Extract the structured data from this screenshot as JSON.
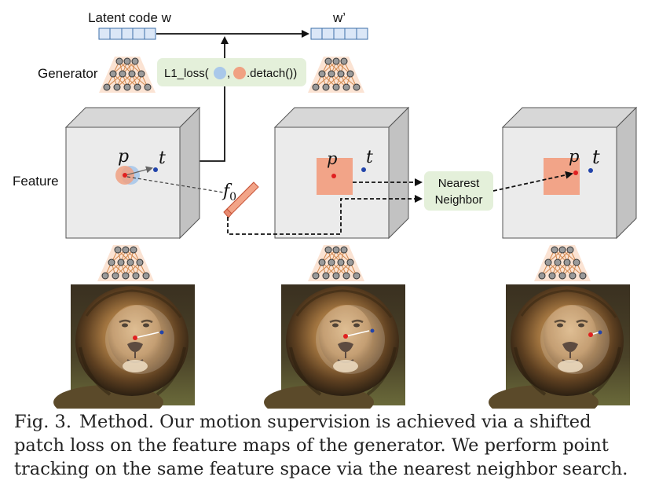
{
  "labels": {
    "latent_code": "Latent code w",
    "latent_code_prime": "w’",
    "generator": "Generator",
    "feature": "Feature",
    "loss_prefix": "L1_loss(",
    "loss_comma": ",",
    "loss_suffix": ".detach())",
    "point_p": "p",
    "point_t": "t",
    "f0_main": "f",
    "f0_sub": "0",
    "nn_line1": "Nearest",
    "nn_line2": "Neighbor"
  },
  "caption": {
    "fig_label": "Fig. 3.",
    "text": "Method. Our motion supervision is achieved via a shifted patch loss on the feature maps of the generator. We perform point tracking on the same feature space via the nearest neighbor search."
  },
  "colors": {
    "latent_cell": "#dbe7f7",
    "loss_box": "#e4f0da",
    "nn_box": "#e4f0da",
    "patch": "#f2a488",
    "handle_point": "#e02020",
    "target_point": "#2244aa",
    "handle_circle": "#9fc3ea",
    "generator_bg": "#fbe3d3",
    "cube_front": "#ebebeb",
    "cube_top": "#d6d6d6",
    "cube_side": "#c3c3c3"
  },
  "icons": [
    "generator-network-icon",
    "lion-photo"
  ]
}
